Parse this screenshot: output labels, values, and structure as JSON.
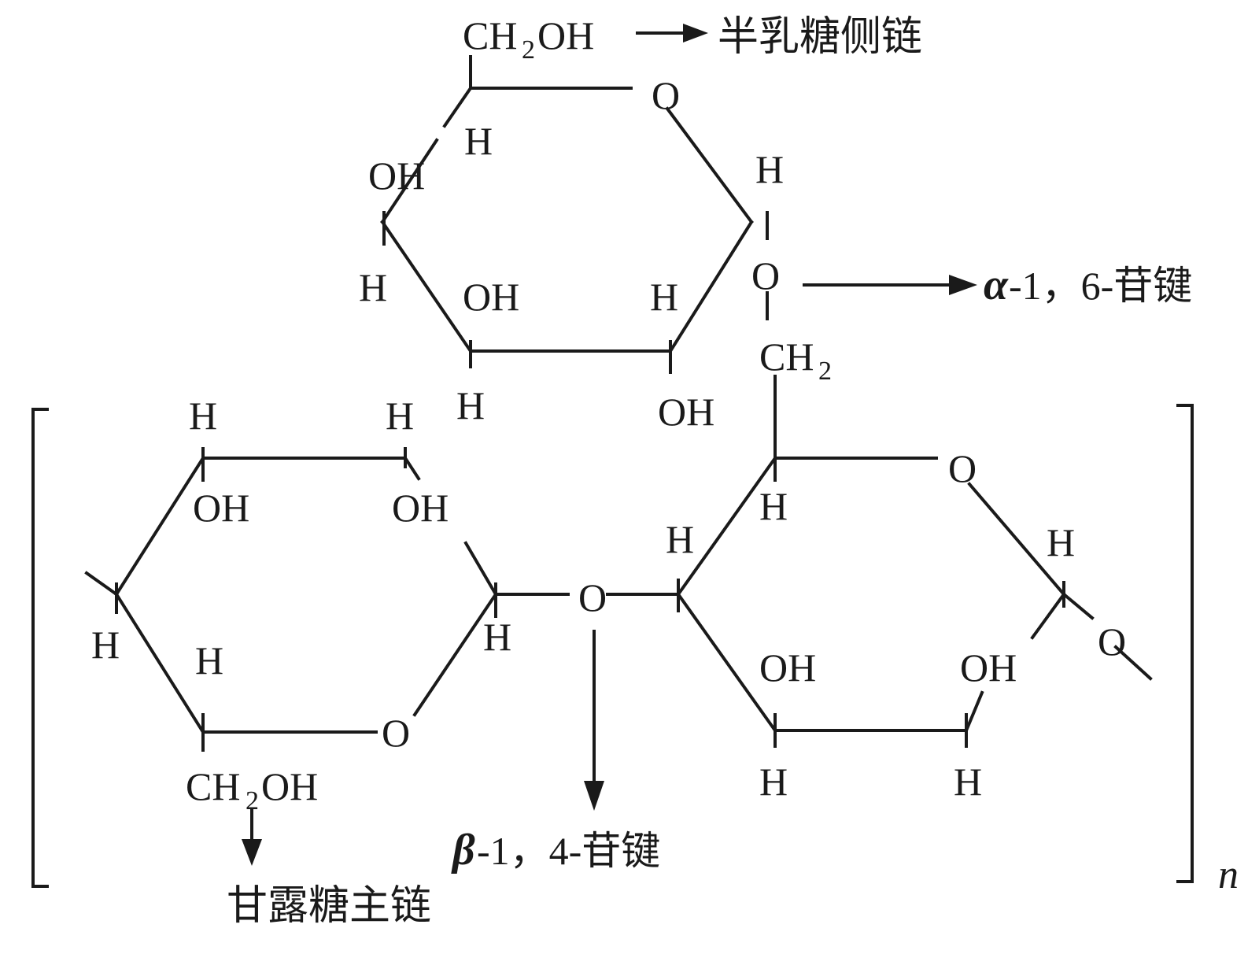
{
  "atoms": {
    "h": "H",
    "o": "O",
    "oh": "OH",
    "ch2": "CH",
    "ch2oh_a": "CH",
    "ch2oh_b": "OH",
    "sub2": "2"
  },
  "annotations": {
    "galactose_side_chain": "半乳糖侧链",
    "alpha_bond_greek": "α",
    "alpha_bond_rest": "-1，6-苷键",
    "beta_bond_greek": "β",
    "beta_bond_rest": "-1，4-苷键",
    "mannose_main_chain": "甘露糖主链",
    "repeat_n": "n"
  },
  "colors": {
    "ink": "#1a1a1a",
    "background": "#ffffff"
  }
}
